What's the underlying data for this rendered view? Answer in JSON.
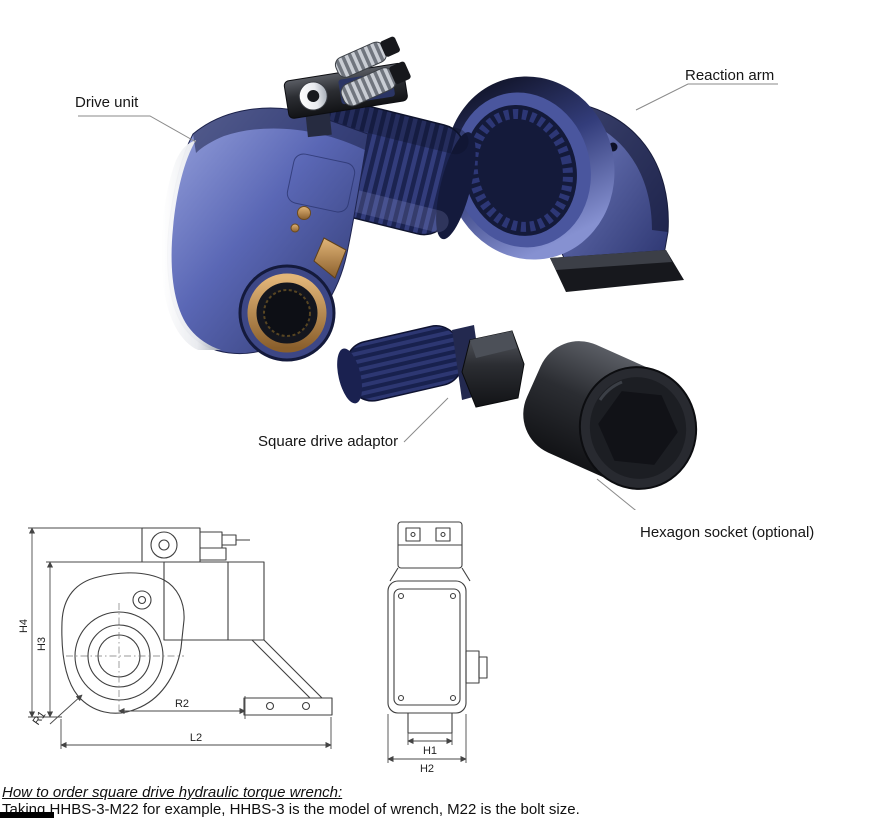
{
  "callouts": {
    "drive_unit": "Drive unit",
    "reaction_arm": "Reaction arm",
    "square_drive_adaptor": "Square drive adaptor",
    "hexagon_socket": "Hexagon socket (optional)"
  },
  "dimension_labels": {
    "side_view": {
      "h4": "H4",
      "h3": "H3",
      "r1": "R1",
      "r2": "R2",
      "l2": "L2"
    },
    "front_view": {
      "h1": "H1",
      "h2": "H2"
    }
  },
  "footer": {
    "heading": "How to order square drive hydraulic torque wrench:",
    "body": "Taking HHBS-3-M22 for example, HHBS-3 is the model of wrench, M22 is the bolt size."
  },
  "colors": {
    "accent_blue": "#5563b1",
    "dark_blue": "#1d2450",
    "steel_black": "#26282d",
    "brass": "#c09055",
    "drawing_line": "#3f3f3f"
  }
}
